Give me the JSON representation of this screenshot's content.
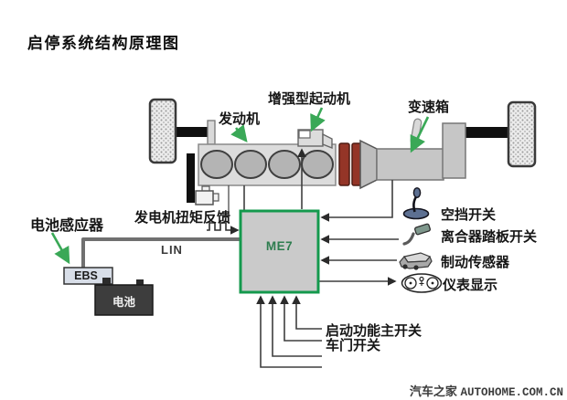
{
  "page": {
    "title": "启停系统结构原理图",
    "watermark": {
      "site_name": "汽车之家",
      "site_url": "AUTOHOME.COM.CN"
    }
  },
  "diagram": {
    "labels": {
      "engine": "发动机",
      "starter": "增强型起动机",
      "gearbox": "变速箱",
      "battery_sensor": "电池感应器",
      "generator_torque_feedback": "发电机扭矩反馈",
      "lin_bus": "LIN",
      "battery_sensor_box": "EBS",
      "battery": "电池",
      "ecu": "ME7",
      "neutral_switch": "空挡开关",
      "clutch_pedal_switch": "离合器踏板开关",
      "brake_sensor": "制动传感器",
      "instrument_display": "仪表显示",
      "start_function_main_switch": "启动功能主开关",
      "door_switch": "车门开关"
    },
    "colors": {
      "ecu_border_green": "#14994d",
      "ecu_text_green": "#2e7d4f",
      "callout_arrow_green": "#3aa857",
      "coupling_disc_red": "#943527",
      "battery_fill": "#3d3d3d",
      "connector_line": "#3f3f3f",
      "lin_wire": "#707070"
    },
    "icons": [
      "gear-shifter-icon",
      "clutch-pedal-icon",
      "brake-sensor-icon",
      "gauge-cluster-icon"
    ]
  }
}
